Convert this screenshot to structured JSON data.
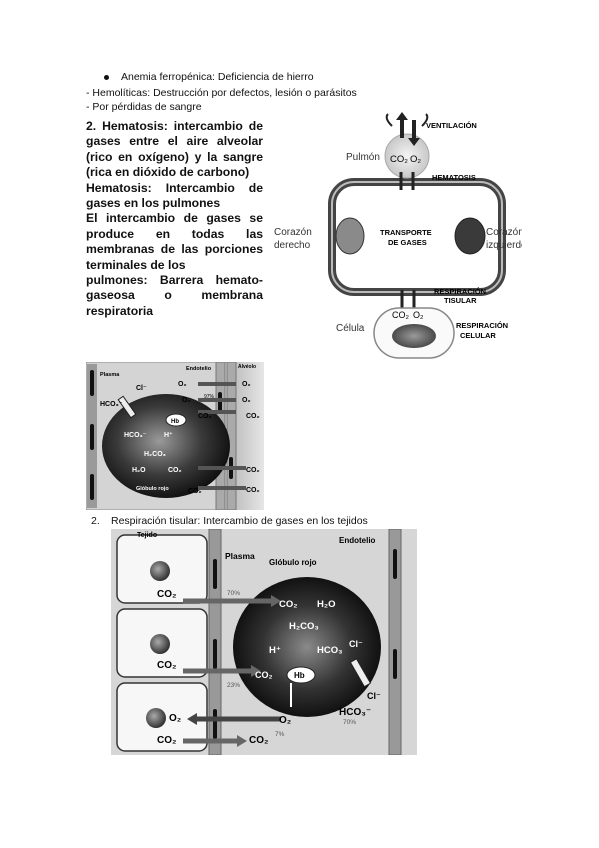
{
  "list_top": {
    "bullet": "Anemia ferropénica: Deficiencia de hierro",
    "line2": "- Hemolíticas: Destrucción por defectos, lesión o parásitos",
    "line3": "- Por pérdidas de sangre"
  },
  "section2": {
    "heading": "2. Hematosis: intercambio de gases entre el aire alveolar (rico en oxígeno) y la sangre (rica en dióxido de carbono)",
    "subheading": "Hematosis: Intercambio de gases en los pulmones",
    "paragraph_normal": "El intercambio de gases se produce en todas las membranas de las porciones terminales de los",
    "paragraph_bold": "pulmones: Barrera hemato-gaseosa o membrana respiratoria"
  },
  "diagram_cycle": {
    "ventilacion": "VENTILACIÓN",
    "pulmon": "Pulmón",
    "co2": "CO₂",
    "o2": "O₂",
    "hematosis": "HEMATOSIS",
    "corazon_derecho_1": "Corazón",
    "corazon_derecho_2": "derecho",
    "corazon_izquierdo_1": "Corazón",
    "corazon_izquierdo_2": "izquierdo",
    "transporte_1": "TRANSPORTE",
    "transporte_2": "DE GASES",
    "respiracion_tisular_1": "RESPIRACIÓN",
    "respiracion_tisular_2": "TISULAR",
    "celula": "Célula",
    "respiracion_celular_1": "RESPIRACIÓN",
    "respiracion_celular_2": "CELULAR"
  },
  "diagram_alveolo": {
    "plasma": "Plasma",
    "endotelio": "Endotelio",
    "alveolo": "Alvéolo",
    "cl": "Cl⁻",
    "hco3": "HCO₃⁻",
    "hb": "Hb",
    "h": "H⁺",
    "h2co3": "H₂CO₃",
    "h2o": "H₂O",
    "o2": "O₂",
    "co2": "CO₂",
    "globulo_rojo": "Glóbulo rojo",
    "pct": "97%"
  },
  "item2_caption": {
    "number": "2.",
    "text": "Respiración tisular: Intercambio de gases en los tejidos"
  },
  "diagram_tisular": {
    "tejido": "Tejido",
    "plasma": "Plasma",
    "endotelio": "Endotelio",
    "globulo_rojo": "Glóbulo rojo",
    "co2": "CO₂",
    "o2": "O₂",
    "h2o": "H₂O",
    "h2co3": "H₂CO₃",
    "h": "H⁺",
    "hco3": "HCO₃",
    "hco3_minus": "HCO₃⁻",
    "cl": "Cl⁻",
    "hb": "Hb",
    "pct70": "70%",
    "pct23": "23%",
    "pct7": "7%"
  }
}
